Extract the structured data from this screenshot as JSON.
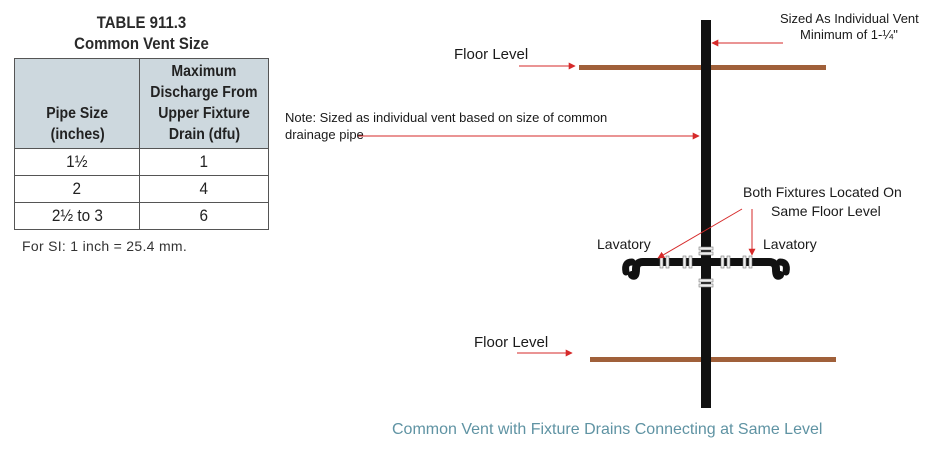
{
  "table": {
    "title_line1": "TABLE 911.3",
    "title_line2": "Common Vent Size",
    "headers": [
      "Pipe Size (inches)",
      "Maximum Discharge From Upper Fixture Drain (dfu)"
    ],
    "header_lines": [
      [
        "Pipe Size",
        "(inches)"
      ],
      [
        "Maximum",
        "Discharge From",
        "Upper Fixture",
        "Drain (dfu)"
      ]
    ],
    "rows": [
      [
        "1½",
        "1"
      ],
      [
        "2",
        "4"
      ],
      [
        "2½ to 3",
        "6"
      ]
    ],
    "footnote": "For SI: 1 inch = 25.4 mm."
  },
  "diagram": {
    "vent_note_line1": "Sized As Individual Vent",
    "vent_note_line2": "Minimum of 1-¼\"",
    "floor_level_top": "Floor Level",
    "floor_level_bottom": "Floor Level",
    "note_line1": "Note: Sized as individual vent based on size of common",
    "note_line2": "drainage pipe",
    "fixtures_note_line1": "Both Fixtures Located On",
    "fixtures_note_line2": "Same Floor Level",
    "lavatory_left": "Lavatory",
    "lavatory_right": "Lavatory",
    "caption": "Common Vent with Fixture Drains Connecting at Same Level"
  },
  "colors": {
    "arrow": "#d62a2a",
    "floor": "#a0603a",
    "pipe": "#111111",
    "caption": "#5f93a3",
    "table_header_bg": "#cdd8de"
  }
}
